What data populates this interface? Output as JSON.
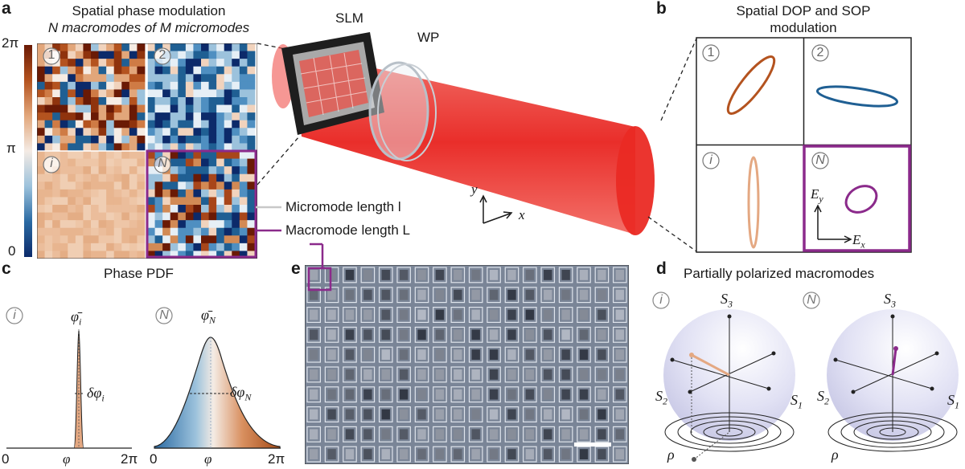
{
  "panels": {
    "a": {
      "letter": "a",
      "title_line1": "Spatial phase modulation",
      "title_line2": "N macromodes of M micromodes",
      "colorbar_ticks": [
        "2π",
        "π",
        "0"
      ],
      "quadrant_labels": [
        "1",
        "2",
        "i",
        "N"
      ],
      "slm_label": "SLM",
      "wp_label": "WP",
      "micromode_label": "Micromode length l",
      "macromode_label": "Macromode length L",
      "axis_y": "y",
      "axis_x": "x"
    },
    "b": {
      "letter": "b",
      "title_line1": "Spatial DOP and SOP",
      "title_line2": "modulation",
      "quadrant_labels": [
        "1",
        "2",
        "i",
        "N"
      ],
      "ey_label": "E",
      "ey_sub": "y",
      "ex_label": "E",
      "ex_sub": "x"
    },
    "c": {
      "letter": "c",
      "title": "Phase PDF",
      "badge_i": "i",
      "badge_n": "N",
      "phi_bar_i": "φ̄",
      "phi_bar_i_sub": "i",
      "phi_bar_n": "φ̄",
      "phi_bar_n_sub": "N",
      "dphi_i": "δφ",
      "dphi_i_sub": "i",
      "dphi_n": "δφ",
      "dphi_n_sub": "N",
      "x_ticks_left": [
        "0",
        "φ",
        "2π"
      ],
      "x_ticks_right": [
        "0",
        "φ",
        "2π"
      ]
    },
    "d": {
      "letter": "d",
      "title": "Partially polarized macromodes",
      "badge_i": "i",
      "badge_n": "N",
      "s3": "S",
      "s3_sub": "3",
      "s2": "S",
      "s2_sub": "2",
      "s1": "S",
      "s1_sub": "1",
      "rho": "ρ"
    },
    "e": {
      "letter": "e"
    }
  },
  "colors": {
    "orange": "#b4531f",
    "blue": "#1f5f93",
    "peach": "#e4a882",
    "purple": "#8b2a8b",
    "beam": "#e8231f"
  }
}
